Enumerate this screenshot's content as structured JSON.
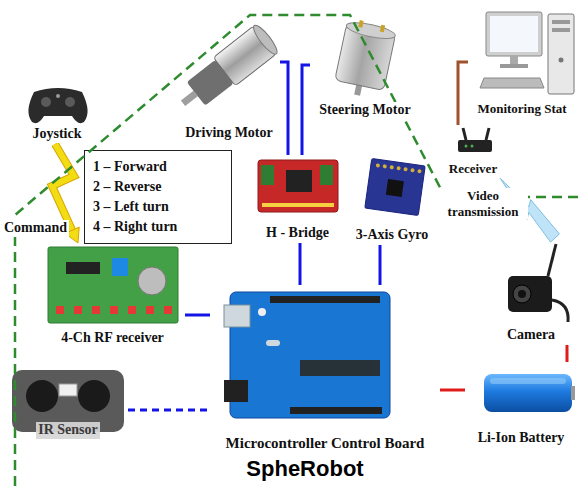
{
  "diagram": {
    "nodes": [
      {
        "text": [
          "Joystick"
        ]
      },
      {
        "text": [
          "1 – Forward",
          "2 – Reverse",
          "3 – Left turn",
          "4 – Right turn"
        ]
      },
      {
        "text": [
          "Monitoring Stat"
        ]
      },
      {
        "text": [
          "Receiver"
        ]
      },
      {
        "text": [
          "SpheRobot"
        ]
      },
      {
        "text": [
          "Driving Motor"
        ],
        "in": 4
      },
      {
        "text": [
          "Steering Motor"
        ],
        "in": 4
      },
      {
        "text": [
          "4-Ch RF receiver"
        ],
        "in": 4
      },
      {
        "text": [
          "H - Bridge"
        ],
        "in": 4
      },
      {
        "text": [
          "3-Axis Gyro"
        ],
        "in": 4
      },
      {
        "text": [
          "Camera"
        ],
        "in": 4
      },
      {
        "text": [
          "IR Sensor"
        ],
        "in": 4
      },
      {
        "text": [
          "Microcontroller Control Board"
        ],
        "in": 4
      },
      {
        "text": [
          "Li-Ion Battery"
        ],
        "in": 4
      }
    ],
    "edges": [
      {
        "from": 0,
        "to": 7,
        "label": "Command",
        "arrow": "to"
      },
      {
        "from": 5,
        "to": 8,
        "arrow": "none"
      },
      {
        "from": 6,
        "to": 8,
        "arrow": "none"
      },
      {
        "from": 8,
        "to": 12,
        "arrow": "none"
      },
      {
        "from": 9,
        "to": 12,
        "arrow": "none"
      },
      {
        "from": 7,
        "to": 12,
        "arrow": "none"
      },
      {
        "from": 11,
        "to": 12,
        "arrow": "none"
      },
      {
        "from": 13,
        "to": 12,
        "arrow": "none"
      },
      {
        "from": 13,
        "to": 10,
        "arrow": "none"
      },
      {
        "from": 2,
        "to": 3,
        "arrow": "none"
      },
      {
        "from": 10,
        "to": 3,
        "label": "Video transmission",
        "arrow": "to"
      }
    ]
  }
}
